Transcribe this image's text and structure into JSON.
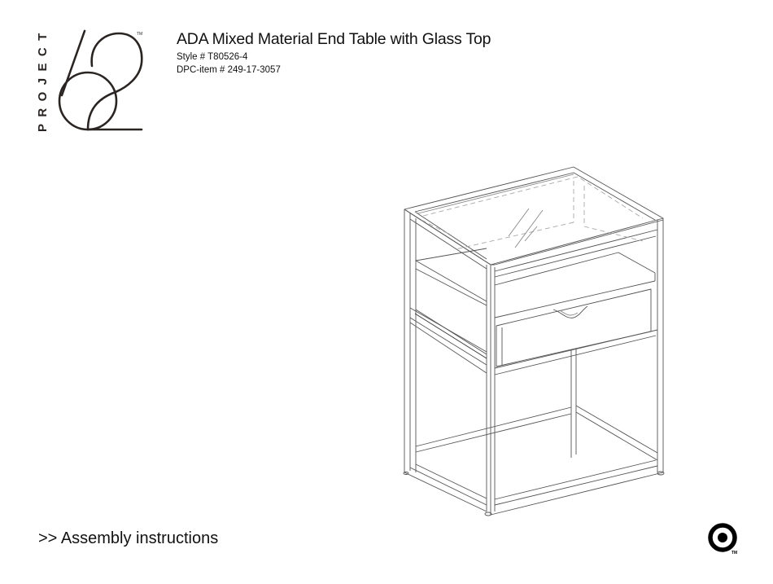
{
  "brand": {
    "wordmark": "PROJECT",
    "number_logo": "62",
    "trademark": "TM",
    "color": "#2a2523"
  },
  "header": {
    "title": "ADA Mixed Material End Table with Glass Top",
    "style_line": "Style # T80526-4",
    "dpc_line": "DPC-item # 249-17-3057"
  },
  "illustration": {
    "subject": "end-table-line-drawing",
    "line_color": "#555555",
    "hidden_line_color": "#a0a0a0"
  },
  "footer": {
    "assembly_link": ">> Assembly instructions",
    "retailer_logo": "target-bullseye-icon",
    "retailer_trademark": "TM",
    "retailer_color": "#000000"
  }
}
